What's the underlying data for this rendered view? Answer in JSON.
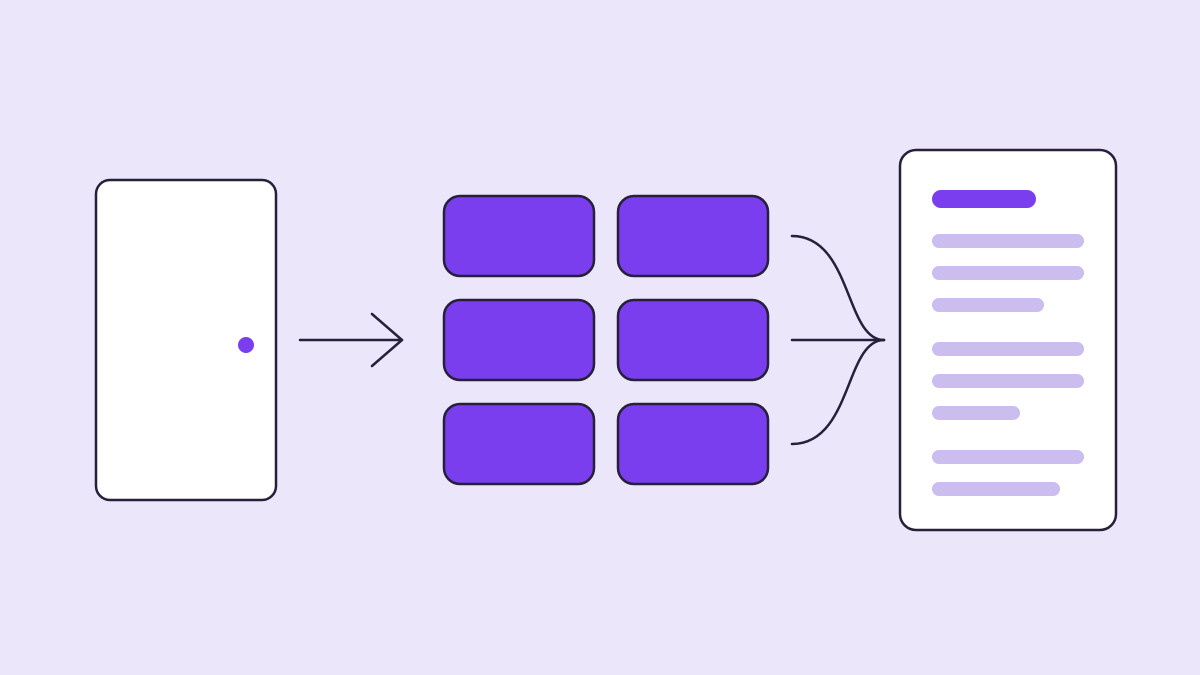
{
  "colors": {
    "background": "#ECE6FA",
    "outline": "#26203B",
    "accent": "#7A3EEF",
    "card_fill": "#FFFFFF",
    "text_line": "#CBBEEE"
  },
  "diagram": {
    "source": {
      "icon": "door-icon",
      "has_knob": true
    },
    "connector_in": {
      "icon": "arrow-right-icon"
    },
    "blocks": {
      "rows": 3,
      "cols": 2,
      "icon": "block-grid"
    },
    "connector_out": {
      "icon": "merge-arrow-icon",
      "branches": 3
    },
    "output": {
      "icon": "document-icon",
      "heading_line": 1,
      "paragraph_line_groups": [
        3,
        3,
        2
      ]
    }
  }
}
